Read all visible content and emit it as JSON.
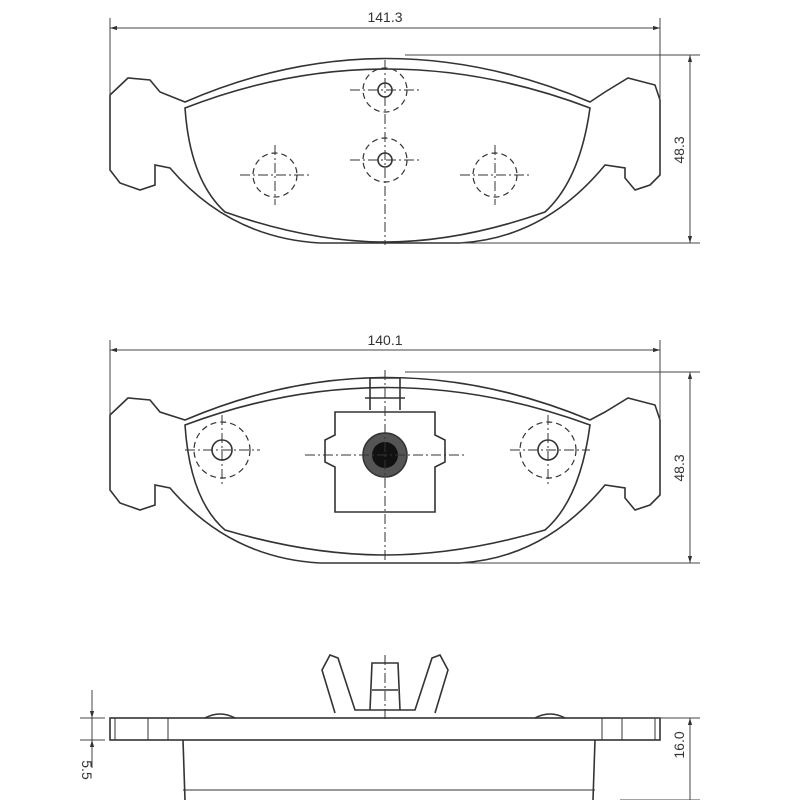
{
  "drawing": {
    "top_view": {
      "width_label": "141.3",
      "height_label": "48.3"
    },
    "middle_view": {
      "width_label": "140.1",
      "height_label": "48.3"
    },
    "side_view": {
      "thickness_label": "16.0",
      "backing_plate_label": "5.5"
    }
  },
  "colors": {
    "line": "#333333",
    "background": "#ffffff"
  }
}
